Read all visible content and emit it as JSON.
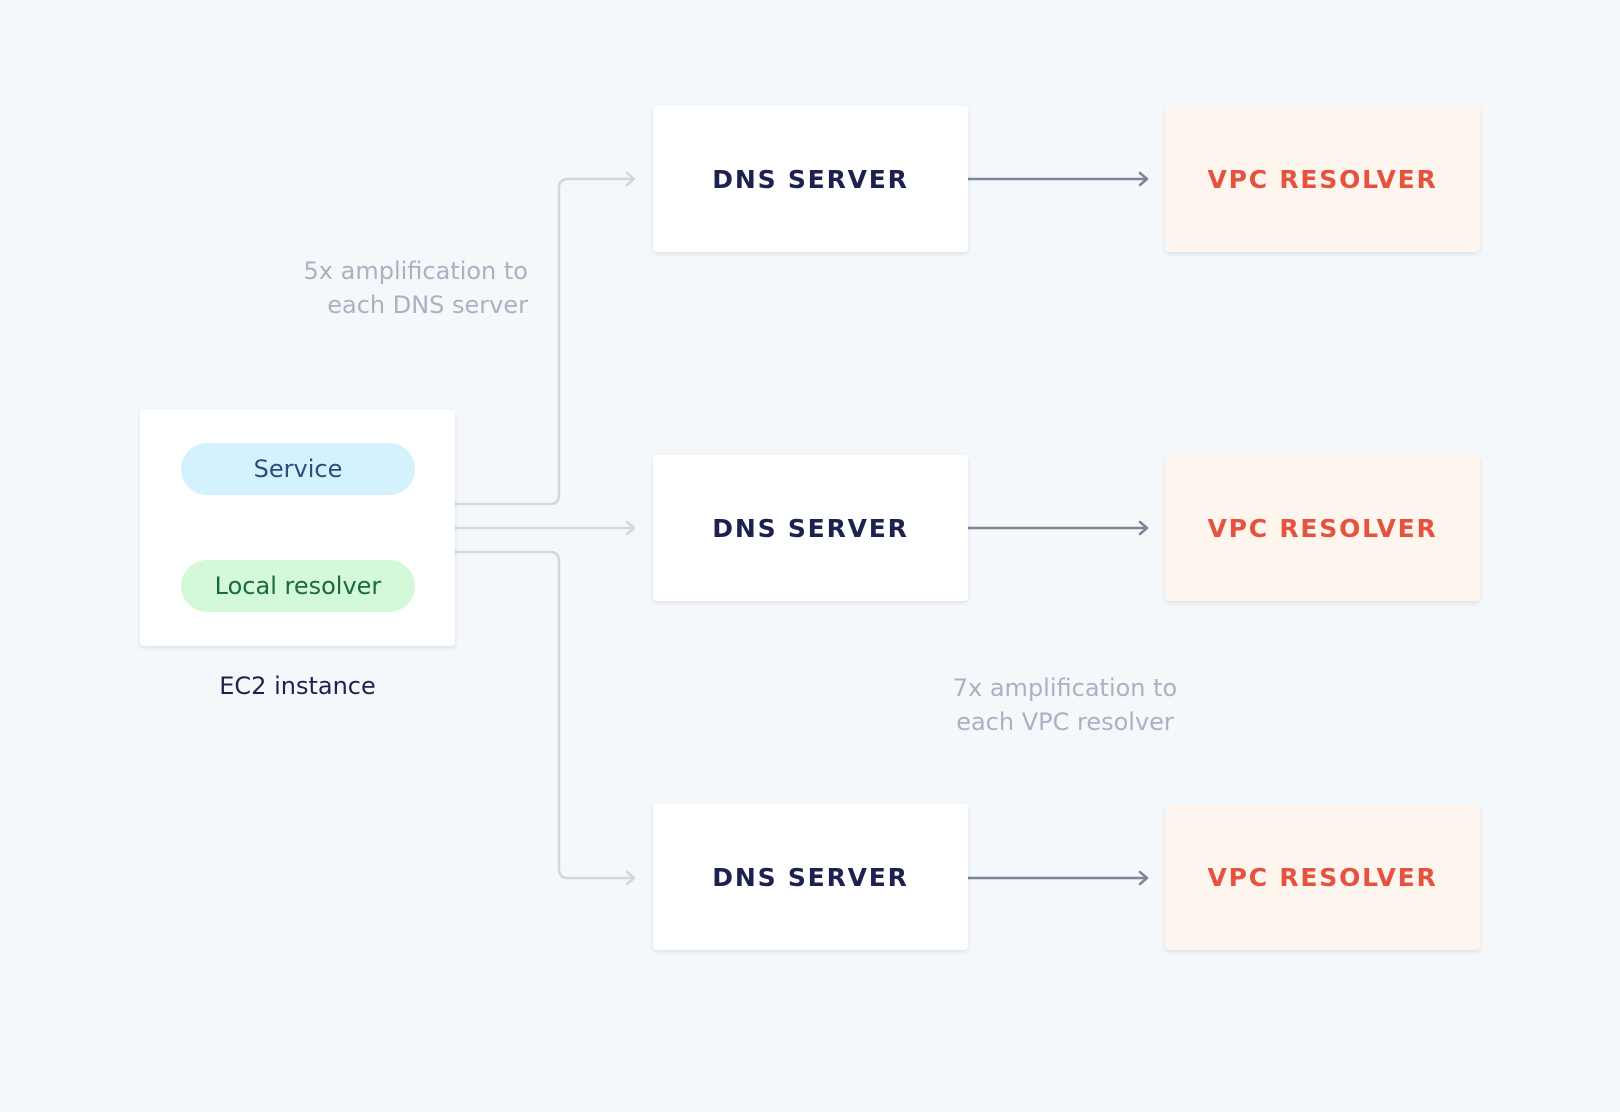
{
  "ec2": {
    "caption": "EC2 instance",
    "service_label": "Service",
    "local_resolver_label": "Local resolver"
  },
  "dns_servers": [
    {
      "label": "DNS SERVER"
    },
    {
      "label": "DNS SERVER"
    },
    {
      "label": "DNS SERVER"
    }
  ],
  "vpc_resolvers": [
    {
      "label": "VPC RESOLVER"
    },
    {
      "label": "VPC RESOLVER"
    },
    {
      "label": "VPC RESOLVER"
    }
  ],
  "annotations": {
    "dns_amplification_line1": "5x amplification to",
    "dns_amplification_line2": "each DNS server",
    "vpc_amplification_line1": "7x amplification to",
    "vpc_amplification_line2": "each VPC resolver"
  },
  "colors": {
    "background": "#f5f8fb",
    "dns_text": "#1d2150",
    "vpc_text": "#e5533f",
    "vpc_fill": "#fdf5ee",
    "service_fill": "#d3f2fd",
    "local_resolver_fill": "#d4f9d8",
    "light_connector": "#cfd7e1",
    "dark_connector": "#7b8798",
    "note_text": "#a7b2c2"
  }
}
